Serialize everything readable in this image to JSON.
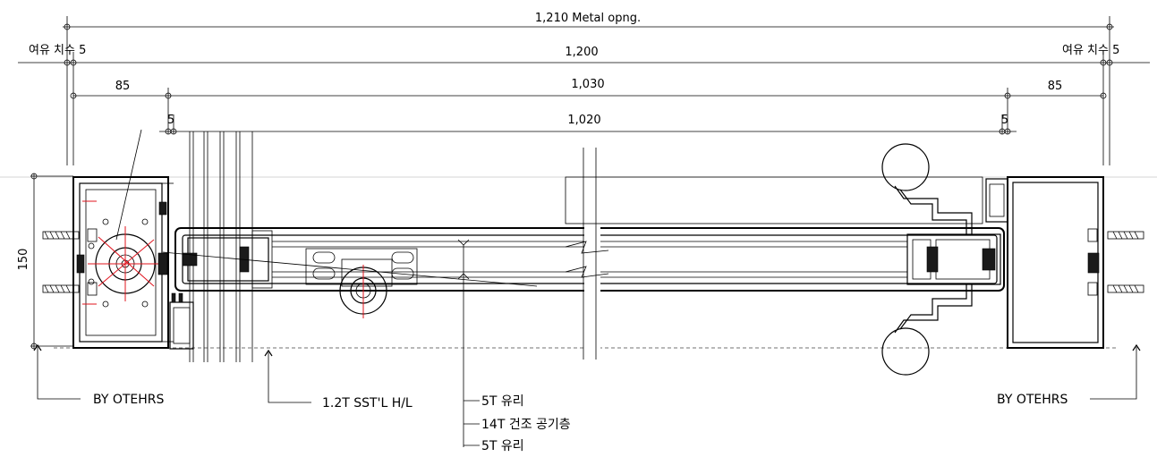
{
  "dimensions": {
    "metal_opening": "1,210 Metal opng.",
    "clearance_left": "여유 치수 5",
    "clearance_right": "여유 치수 5",
    "overall": "1,200",
    "frame_left": "85",
    "frame_right": "85",
    "inner": "1,030",
    "gap_left": "5",
    "gap_right": "5",
    "glass_span": "1,020",
    "depth": "150"
  },
  "labels": {
    "by_others_left": "BY OTEHRS",
    "by_others_right": "BY OTEHRS",
    "sst_hairline": "1.2T SST'L H/L",
    "glass_outer": "5T 유리",
    "air_gap": "14T 건조 공기층",
    "glass_inner": "5T 유리"
  }
}
